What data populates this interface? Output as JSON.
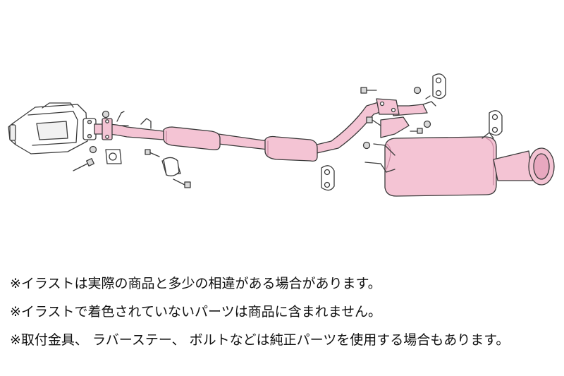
{
  "colors": {
    "part_fill": "#f4c4d4",
    "part_shade": "#e8a8bf",
    "line": "#3a3a3a",
    "hardware": "#d9d9d9",
    "rubber": "#ffffff"
  },
  "diagram": {
    "parts": [
      {
        "id": "catalytic-converter",
        "icon": "catalytic-converter-icon"
      },
      {
        "id": "front-pipe",
        "icon": "pipe-icon"
      },
      {
        "id": "center-resonator-1",
        "icon": "resonator-icon"
      },
      {
        "id": "center-resonator-2",
        "icon": "resonator-icon"
      },
      {
        "id": "rear-muffler",
        "icon": "muffler-icon"
      },
      {
        "id": "tail-pipe",
        "icon": "tailpipe-icon"
      },
      {
        "id": "gasket",
        "icon": "gasket-icon"
      },
      {
        "id": "bolt",
        "icon": "bolt-icon"
      },
      {
        "id": "nut",
        "icon": "nut-icon"
      },
      {
        "id": "rubber-hanger",
        "icon": "rubber-hanger-icon"
      }
    ]
  },
  "notes": [
    "※イラストは実際の商品と多少の相違がある場合があります。",
    "※イラストで着色されていないパーツは商品に含まれません。",
    "※取付金具、 ラバーステー、 ボルトなどは純正パーツを使用する場合もあります。"
  ]
}
